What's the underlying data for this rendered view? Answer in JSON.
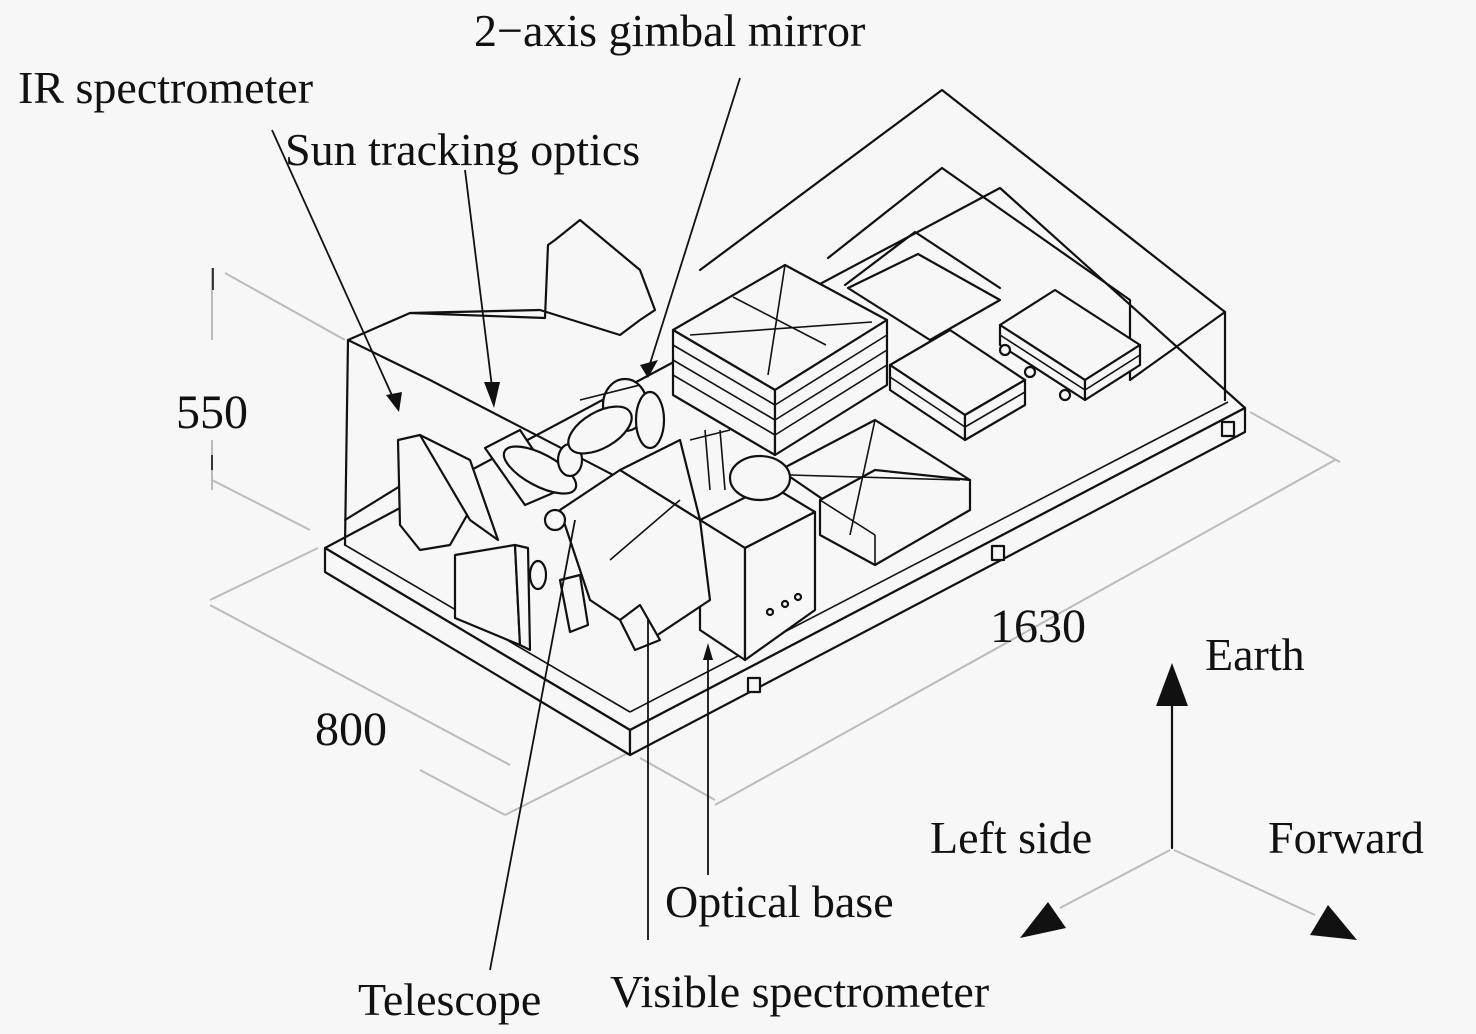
{
  "diagram": {
    "type": "isometric engineering drawing",
    "labels": {
      "gimbal": "2−axis gimbal mirror",
      "ir_spectrometer": "IR spectrometer",
      "sun_tracking": "Sun tracking optics",
      "telescope": "Telescope",
      "visible_spectrometer": "Visible spectrometer",
      "optical_base": "Optical base"
    },
    "dimensions": {
      "height": "550",
      "width": "800",
      "length": "1630"
    },
    "axes": {
      "up": "Earth",
      "left": "Left side",
      "right": "Forward"
    }
  }
}
